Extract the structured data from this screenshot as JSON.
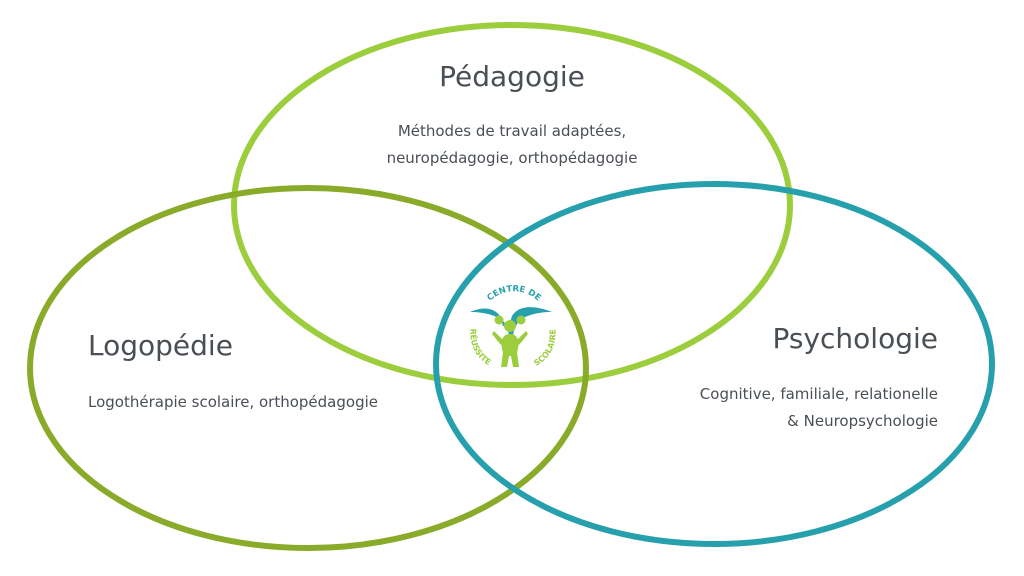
{
  "circles": [
    {
      "key": "pedagogie",
      "title": "Pédagogie",
      "description": [
        "Méthodes de travail adaptées,",
        "neuropédagogie, orthopédagogie"
      ],
      "color": "#9ccd3c"
    },
    {
      "key": "logopedie",
      "title": "Logopédie",
      "description": [
        "Logothérapie scolaire, orthopédagogie"
      ],
      "color": "#8aaa2a"
    },
    {
      "key": "psychologie",
      "title": "Psychologie",
      "description": [
        "Cognitive, familiale, relationelle",
        "& Neuropsychologie"
      ],
      "color": "#27a0ad"
    }
  ],
  "logo": {
    "arc_top": "CENTRE DE",
    "side_left": "RÉUSSITE",
    "side_right": "SCOLAIRE",
    "colors": {
      "primary": "#27a0ad",
      "secondary": "#9ccd3c"
    }
  },
  "colors": {
    "text": "#4a4f55",
    "background": "#ffffff"
  }
}
